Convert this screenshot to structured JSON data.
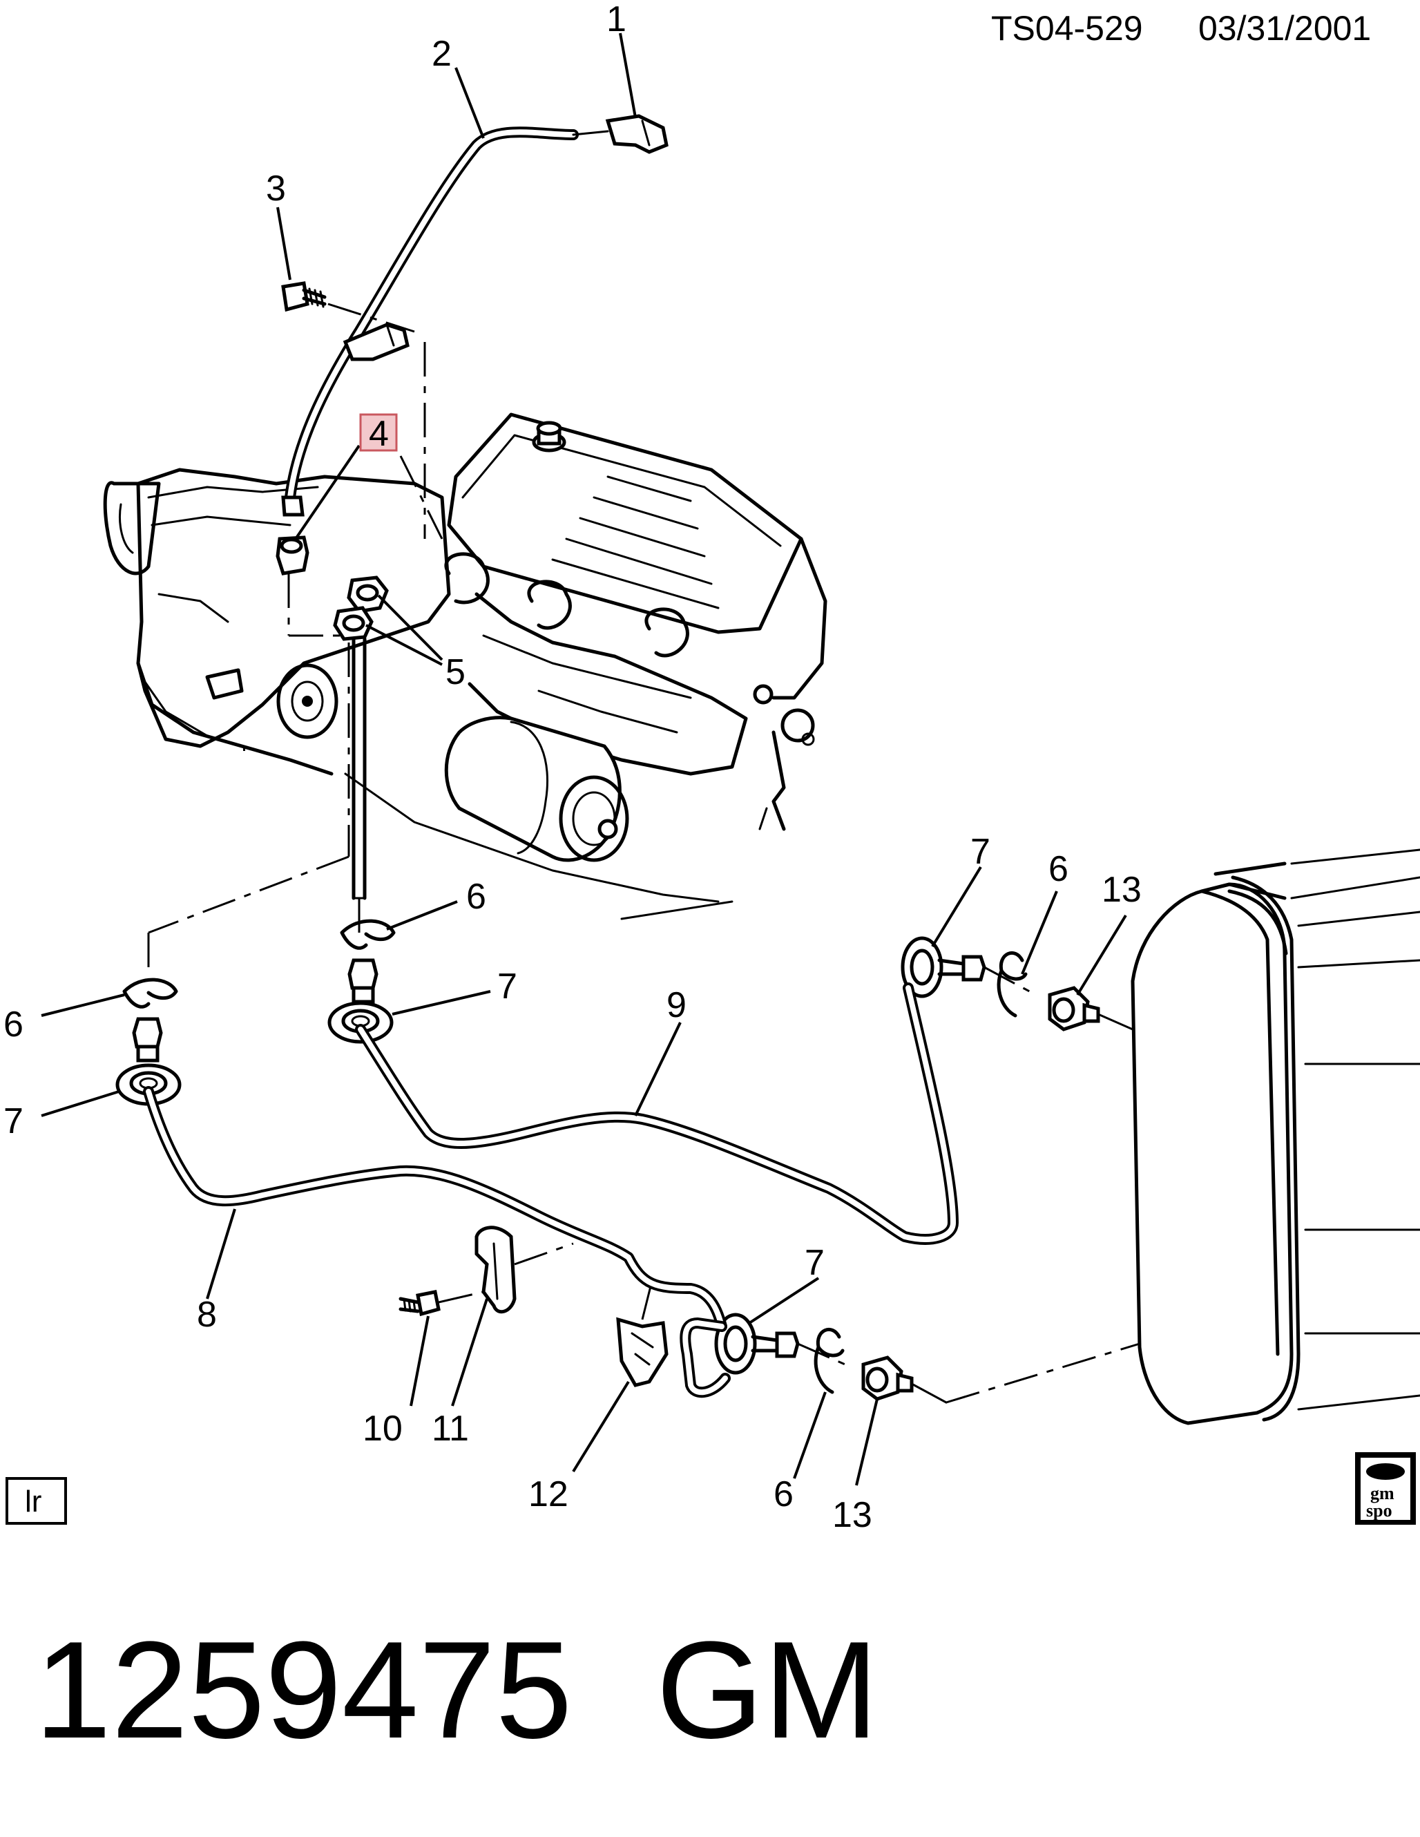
{
  "header": {
    "code": "TS04-529",
    "date": "03/31/2001"
  },
  "callouts": {
    "c1": "1",
    "c2": "2",
    "c3": "3",
    "c4": "4",
    "c5": "5",
    "c6a": "6",
    "c6b": "6",
    "c6c": "6",
    "c6d": "6",
    "c7a": "7",
    "c7b": "7",
    "c7c": "7",
    "c7d": "7",
    "c8": "8",
    "c9": "9",
    "c10": "10",
    "c11": "11",
    "c12": "12",
    "c13a": "13",
    "c13b": "13"
  },
  "view_code": "lr",
  "logo": {
    "line1": "gm",
    "line2": "spo"
  },
  "footer": {
    "part_number": "1259475",
    "brand": "GM"
  },
  "colors": {
    "highlight_fill": "#f3c9cc",
    "highlight_stroke": "#c9585f"
  }
}
